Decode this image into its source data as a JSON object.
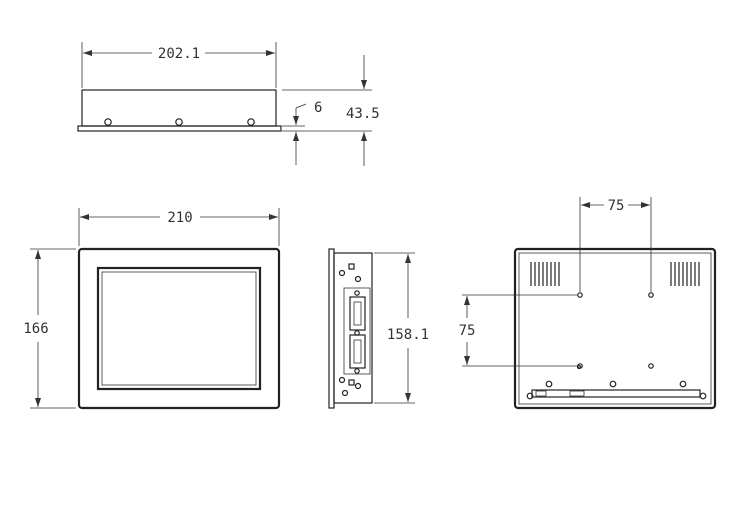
{
  "dimensions": {
    "top_width": "202.1",
    "flange": "6",
    "depth": "43.5",
    "front_width": "210",
    "front_height": "166",
    "side_height": "158.1",
    "hole_spacing_h": "75",
    "hole_spacing_v": "75"
  },
  "colors": {
    "line": "#222222",
    "background": "#ffffff"
  }
}
